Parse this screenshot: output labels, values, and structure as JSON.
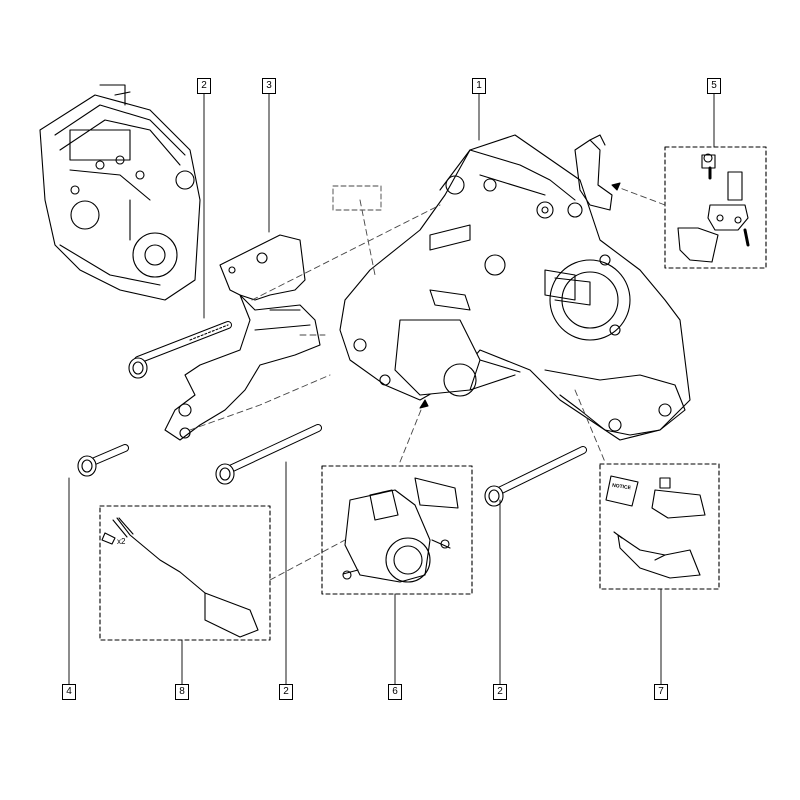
{
  "callouts": {
    "c1": "1",
    "c2_top": "2",
    "c3": "3",
    "c5": "5",
    "c4": "4",
    "c8": "8",
    "c2_bottom_left": "2",
    "c6": "6",
    "c2_bottom_right": "2",
    "c7": "7"
  },
  "annotations": {
    "qty": "x2",
    "notice_card": "NOTICE"
  },
  "colors": {
    "line": "#000000",
    "dash": "#444444"
  }
}
